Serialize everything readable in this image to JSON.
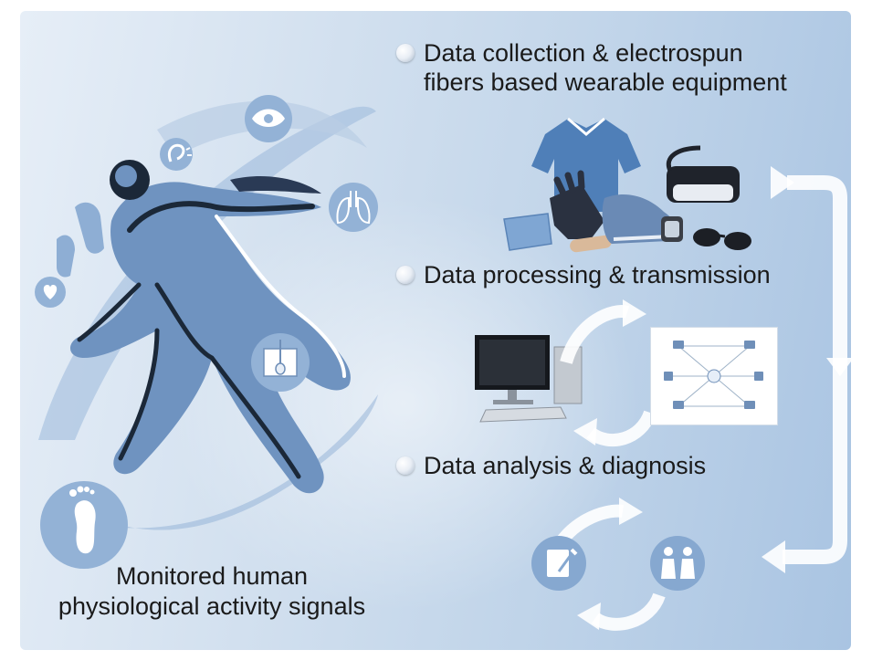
{
  "steps": [
    {
      "label": "Data collection & electrospun\nfibers based wearable equipment",
      "icon": "bullet-icon"
    },
    {
      "label": "Data processing & transmission",
      "icon": "bullet-icon"
    },
    {
      "label": "Data analysis & diagnosis",
      "icon": "bullet-icon"
    }
  ],
  "caption": "Monitored human\nphysiological activity signals",
  "colors": {
    "panel_light": "#e6eef7",
    "panel_dark": "#a9c4e2",
    "figure_blue": "#6f93c0",
    "icon_circle": "#93b2d6",
    "arrow": "#ffffff"
  },
  "icons": [
    "running-human-figure-icon",
    "eye-icon",
    "ear-icon",
    "lungs-icon",
    "heart-icon",
    "skin-hair-follicle-icon",
    "footprint-icon",
    "t-shirt-icon",
    "gloves-icon",
    "vr-headset-icon",
    "smartwatch-icon",
    "sunglasses-icon",
    "sneaker-icon",
    "face-mask-icon",
    "bandage-icon",
    "desktop-computer-icon",
    "network-diagram-icon",
    "clipboard-pen-icon",
    "doctor-patient-icon",
    "cycle-arrow-icon",
    "flow-arrow-icon"
  ]
}
